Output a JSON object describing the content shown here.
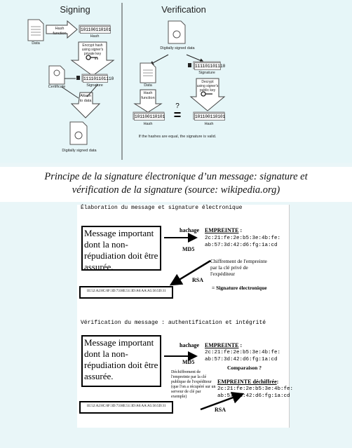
{
  "signing": {
    "title": "Signing",
    "data_label": "Data",
    "hash_function": "Hash\nfunction",
    "hash_value": "101100110101",
    "hash_label": "Hash",
    "encrypt_note": "Encrypt hash\nusing signer's\nprivate key",
    "certificate_label": "Certificate",
    "signature_value": "111101101110",
    "signature_label": "Signature",
    "attach_label": "Attach\nto data",
    "signed_data_label": "Digitally signed data"
  },
  "verification": {
    "title": "Verification",
    "signed_data_label": "Digitally signed data",
    "signature_value": "111101101110",
    "signature_label": "Signature",
    "data_label": "Data",
    "decrypt_note": "Decrypt\nusing signer's\npublic key",
    "hash_function": "Hash\nfunction",
    "hash_left": "101100110101",
    "hash_right": "101100110101",
    "hash_label": "Hash",
    "question": "?",
    "equals": "=",
    "footer": "If the hashes are equal, the signature is valid."
  },
  "caption": {
    "line1": "Principe de la signature électronique d’un message: signature et",
    "line2": "vérification de la signature (source: wikipedia.org)"
  },
  "elaboration": {
    "title": "Élaboration du message et signature électronique",
    "message": "Message important dont la non-répudiation doit être assurée.",
    "hachage": "hachage",
    "md5": "MD5",
    "empreinte_title": "EMPREINTE",
    "empreinte_colon": " :",
    "empreinte_l1": "2c:21:fe:2e:b5:3e:4b:fe:",
    "empreinte_l2": "ab:57:3d:42:d6:fg:1a:cd",
    "chiffrement": "Chiffrement de l'empreinte par la clé privé de l'expéditeur",
    "rsa": "RSA",
    "signature": "= Signature électronique",
    "signature_hex": "1E:52:A2:8C:6F:3D:73:HE:51:3D:A6:AA:A5:56:5D:31"
  },
  "verif": {
    "title": "Vérification du message : authentification et intégrité",
    "message": "Message important dont la non-répudiation doit être assurée.",
    "hachage": "hachage",
    "md5": "MD5",
    "empreinte_title": "EMPREINTE",
    "empreinte_colon": " :",
    "empreinte_l1": "2c:21:fe:2e:b5:3e:4b:fe:",
    "empreinte_l2": "ab:57:3d:42:d6:fg:1a:cd",
    "comparaison": "Comparaison ?",
    "dechiffrement": "Déchiffrement de l'empreinte par la clé publique de l'expéditeur (que l'on a récupéré sur un serveur de clé par exemple)",
    "empreinte2_title": "EMPREINTE déchiffrée",
    "empreinte2_colon": ":",
    "empreinte2_l1": "2c:21:fe:2e:b5:3e:4b:fe:",
    "empreinte2_l2": "ab:57:3d:42:d6:fg:1a:cd",
    "rsa": "RSA",
    "signature_hex": "1E:52:A2:8C:6F:3D:73:HE:51:3D:A6:AA:A5:56:5D:31"
  }
}
